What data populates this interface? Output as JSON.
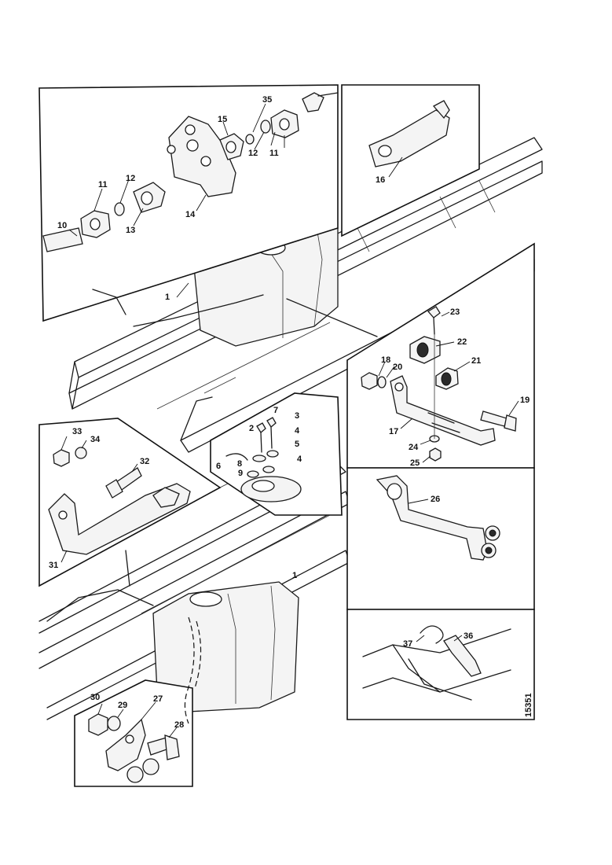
{
  "callouts": {
    "c1a": "1",
    "c1b": "1",
    "c2": "2",
    "c3": "3",
    "c4a": "4",
    "c4b": "4",
    "c5": "5",
    "c6": "6",
    "c7": "7",
    "c8": "8",
    "c9": "9",
    "c10": "10",
    "c11a": "11",
    "c11b": "11",
    "c12a": "12",
    "c12b": "12",
    "c13": "13",
    "c14": "14",
    "c15": "15",
    "c16": "16",
    "c17": "17",
    "c18": "18",
    "c19": "19",
    "c20": "20",
    "c21": "21",
    "c22": "22",
    "c23": "23",
    "c24": "24",
    "c25": "25",
    "c26": "26",
    "c27": "27",
    "c28": "28",
    "c29": "29",
    "c30": "30",
    "c31": "31",
    "c32": "32",
    "c33": "33",
    "c34": "34",
    "c35": "35",
    "c36": "36",
    "c37": "37"
  },
  "drawing_code": "15351"
}
